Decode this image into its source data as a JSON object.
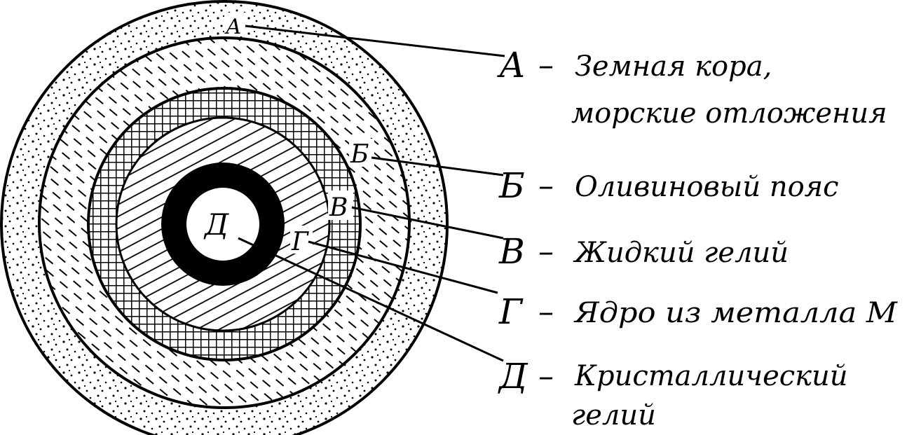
{
  "diagram": {
    "layers": [
      {
        "id": "A",
        "letter": "А",
        "description_lines": [
          "Земная кора,",
          "морские отложения"
        ]
      },
      {
        "id": "B1",
        "letter": "Б",
        "description_lines": [
          "Оливиновый пояс"
        ]
      },
      {
        "id": "V",
        "letter": "В",
        "description_lines": [
          "Жидкий гелий"
        ]
      },
      {
        "id": "G",
        "letter": "Г",
        "description_lines": [
          "Ядро из металла М"
        ]
      },
      {
        "id": "D",
        "letter": "Д",
        "description_lines": [
          "Кристаллический",
          "гелий"
        ]
      }
    ],
    "dash": "–",
    "colors": {
      "ink": "#000000",
      "paper": "#ffffff"
    }
  }
}
